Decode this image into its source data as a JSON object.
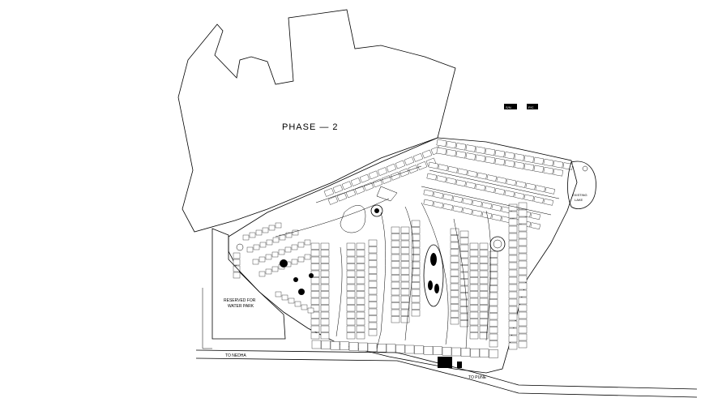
{
  "labels": {
    "phase": "PHASE — 2",
    "reserved": "RESERVED FOR",
    "water_park": "WATER PARK",
    "to_nedha": "TO NEDHA",
    "to_pune": "TO PUNE",
    "existing": "EXISTING",
    "lake": "LAKE"
  },
  "legend": [
    "S/N",
    "P/C"
  ]
}
